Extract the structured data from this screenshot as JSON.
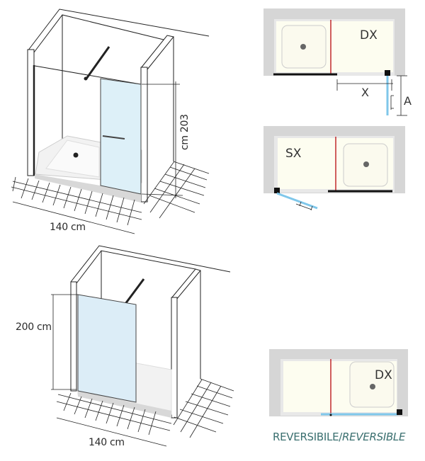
{
  "diagram_1": {
    "width_label": "140 cm",
    "height_label": "cm 203",
    "glass_color": "#ddf0f8"
  },
  "plan_dx": {
    "side_label": "DX",
    "dim_x_label": "X",
    "dim_a_label": "A"
  },
  "plan_sx": {
    "side_label": "SX"
  },
  "diagram_2": {
    "width_label": "140 cm",
    "height_label": "200 cm",
    "glass_color": "#dcedf7"
  },
  "plan_rev": {
    "side_label": "DX",
    "caption_normal": "REVERSIBILE",
    "caption_separator": "/",
    "caption_italic": "REVERSIBLE"
  },
  "colors": {
    "floor_fill": "#fdfdf0",
    "wall_shadow": "#c8c8c8",
    "divider_red": "#c0282c",
    "glass_blue": "#7fc7ea",
    "line": "#222222"
  }
}
